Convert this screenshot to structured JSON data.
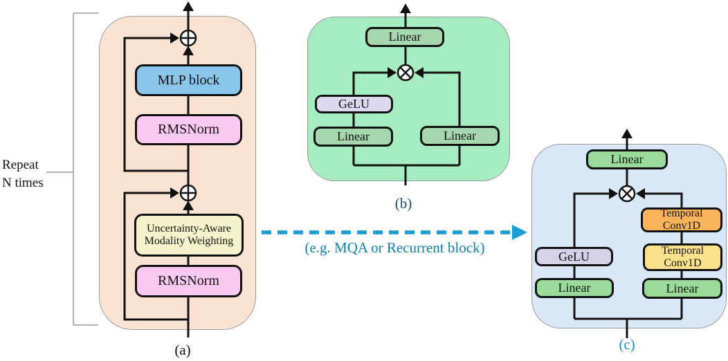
{
  "figure": {
    "caption_a": "(a)",
    "caption_b": "(b)",
    "caption_c": "(c)",
    "repeat_label": "Repeat\nN times",
    "transform_arrow_label": "(e.g. MQA or Recurrent block)",
    "panel_a": {
      "mlp_block": "MLP block",
      "rmsnorm_top": "RMSNorm",
      "uncertainty": "Uncertainty-Aware\nModality Weighting",
      "rmsnorm_bottom": "RMSNorm"
    },
    "panel_b": {
      "linear_out": "Linear",
      "gelu": "GeLU",
      "linear_left": "Linear",
      "linear_right": "Linear"
    },
    "panel_c": {
      "linear_out": "Linear",
      "temporal_conv_top": "Temporal\nConv1D",
      "temporal_conv_bottom": "Temporal\nConv1D",
      "gelu": "GeLU",
      "linear_left": "Linear",
      "linear_right": "Linear"
    },
    "operators": {
      "add": "⊕",
      "multiply": "⊗"
    },
    "colors": {
      "panel_a_bg": "#fbe3d3",
      "panel_b_bg": "#a6ecc1",
      "panel_c_bg": "#d9e8f6",
      "mlp_blue": "#8ac5ea",
      "rmsnorm_pink": "#f9c9f2",
      "uncertainty_yellow": "#f5f3cb",
      "linear_green_b": "#a6d7ae",
      "linear_green_c": "#9ada9a",
      "gelu_lavender": "#dcd9ee",
      "temporal_conv_orange": "#f9b45a",
      "temporal_conv_yellow": "#fae28c",
      "wire_black": "#111111",
      "bracket_gray": "#9a9a9a",
      "dashed_arrow_blue": "#1a9cd6",
      "arrow_label_teal": "#0d80ac",
      "caption_b_color": "#15506e",
      "caption_c_color": "#1a8ac2"
    }
  }
}
